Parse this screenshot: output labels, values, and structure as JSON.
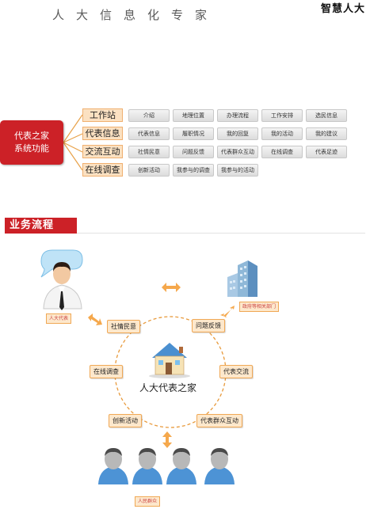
{
  "header": {
    "title": "人大信息化专家",
    "brand": "智慧人大"
  },
  "functions": {
    "home_line1": "代表之家",
    "home_line2": "系统功能",
    "categories": [
      {
        "label": "工作站",
        "items": [
          "介绍",
          "地理位置",
          "办理流程",
          "工作安排",
          "选民信息"
        ]
      },
      {
        "label": "代表信息",
        "items": [
          "代表信息",
          "履职情况",
          "我的回复",
          "我的活动",
          "我的建议"
        ]
      },
      {
        "label": "交流互动",
        "items": [
          "社情民意",
          "问题反馈",
          "代表群众互动",
          "在线调查",
          "代表足迹"
        ]
      },
      {
        "label": "在线调查",
        "items": [
          "创新活动",
          "我参与的调查",
          "我参与的活动"
        ]
      }
    ]
  },
  "flow": {
    "section_title": "业务流程",
    "center": "人大代表之家",
    "roles": {
      "representative": "人大代表",
      "government": "政府等相关部门",
      "people": "人民群众"
    },
    "nodes": {
      "public_opinion": "社情民意",
      "feedback": "问题反馈",
      "online_survey": "在线调查",
      "rep_exchange": "代表交流",
      "innovation": "创新活动",
      "rep_interaction": "代表群众互动"
    }
  },
  "colors": {
    "brand_red": "#cc2127",
    "accent_orange": "#f5a84c",
    "light_orange": "#fde8cc"
  }
}
